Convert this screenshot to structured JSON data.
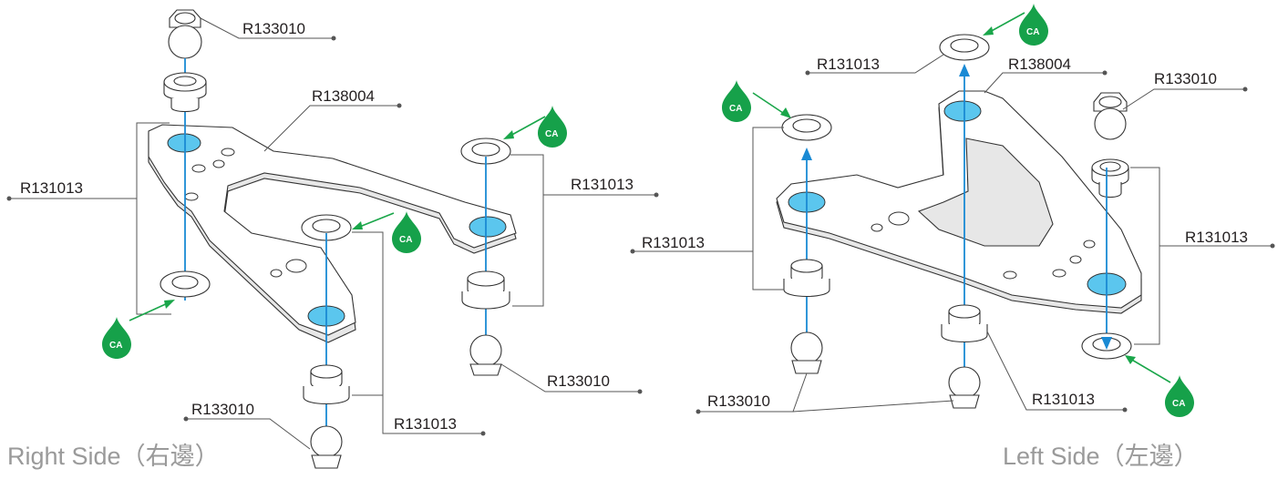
{
  "right_side": {
    "title": "Right Side（右邊）",
    "labels": {
      "r133010_top": "R133010",
      "r138004": "R138004",
      "r131013_left": "R131013",
      "r131013_right": "R131013",
      "r133010_mid": "R133010",
      "r133010_bottom": "R133010",
      "r131013_bottom": "R131013"
    },
    "ca_badges": [
      "CA",
      "CA",
      "CA"
    ]
  },
  "left_side": {
    "title": "Left Side（左邊）",
    "labels": {
      "r131013_top": "R131013",
      "r138004": "R138004",
      "r133010_top": "R133010",
      "r131013_left": "R131013",
      "r131013_right": "R131013",
      "r133010_bottom": "R133010",
      "r131013_bottom": "R131013"
    },
    "ca_badges": [
      "CA",
      "CA",
      "CA"
    ]
  },
  "colors": {
    "bushing_highlight": "#5bc6ee",
    "axis_line": "#1a8ad4",
    "ca_green": "#16a14a",
    "title_gray": "#9a9a9a"
  },
  "icons": [
    "ca-glue-drop-icon",
    "assembly-arrow-icon"
  ]
}
